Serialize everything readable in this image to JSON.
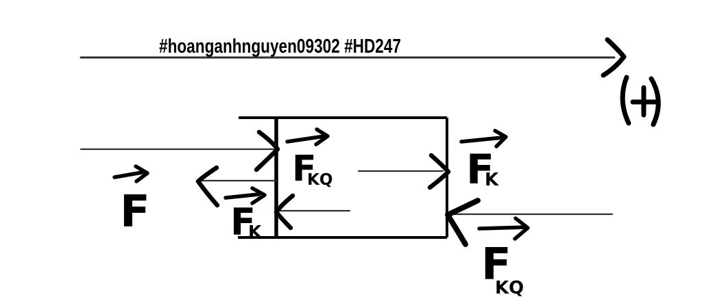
{
  "watermark": "#hoanganhnguyen09302 #HD247",
  "axis": {
    "sign": "(+)",
    "direction": "right"
  },
  "forces": {
    "applied": {
      "base": "F",
      "sub": ""
    },
    "kLeft": {
      "base": "F",
      "sub": "K"
    },
    "kqInner": {
      "base": "F",
      "sub": "KQ"
    },
    "kRight": {
      "base": "F",
      "sub": "K"
    },
    "kqRight": {
      "base": "F",
      "sub": "KQ"
    }
  },
  "arrows": [
    {
      "name": "positive-axis-arrow",
      "direction": "right"
    },
    {
      "name": "applied-force-arrow-into-left-wall",
      "direction": "right"
    },
    {
      "name": "reaction-arrow-out-of-left-wall",
      "direction": "left"
    },
    {
      "name": "inner-force-arrow",
      "direction": "right"
    },
    {
      "name": "inner-reaction-arrow",
      "direction": "left"
    },
    {
      "name": "force-arrow-into-right-side",
      "direction": "left"
    }
  ],
  "colors": {
    "ink": "#000000",
    "thinLine": "#2e2e2e",
    "background": "#ffffff"
  }
}
